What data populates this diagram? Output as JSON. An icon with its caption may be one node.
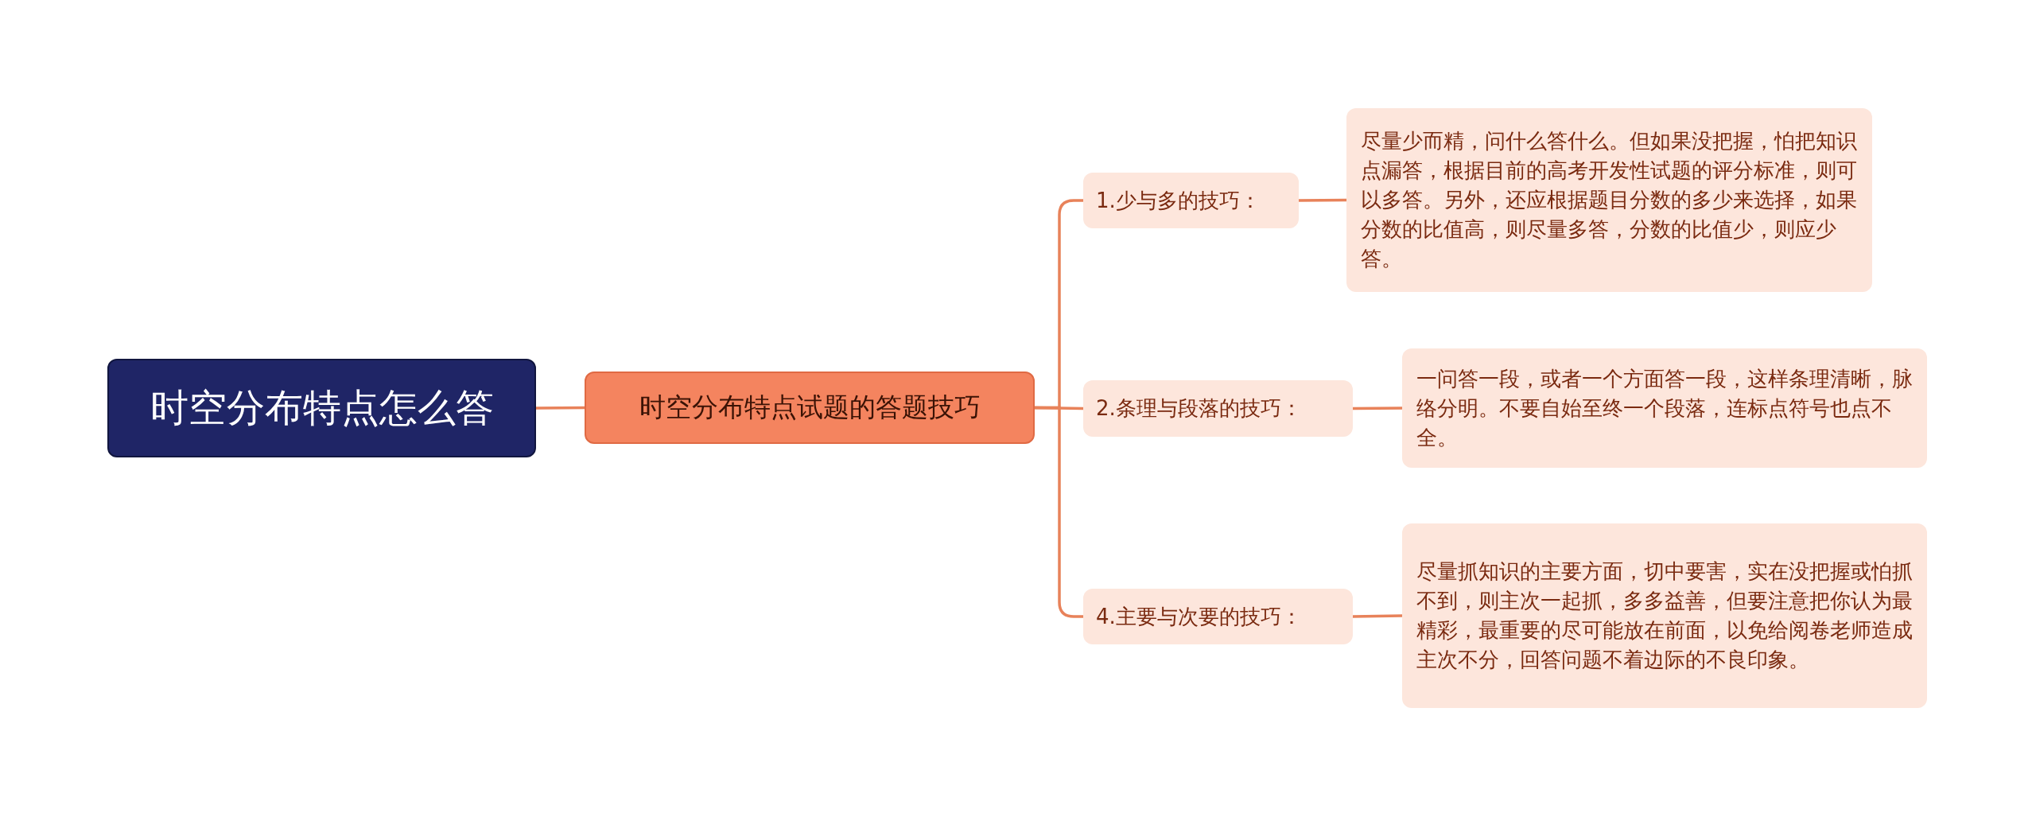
{
  "diagram": {
    "nodes": [
      {
        "text": [
          "时空分布特点怎么答"
        ]
      },
      {
        "text": [
          "时空分布特点试题的答题技巧"
        ]
      },
      {
        "text": [
          "1.少与多的技巧："
        ]
      },
      {
        "text": [
          "尽量少而精，问什么答什么。但如果没把握，怕把知识点漏答，根据目前的高考开发性试题的评分标准，则可以多答。另外，还应根据题目分数的多少来选择，如果分数的比值高，则尽量多答，分数的比值少，则应少答。"
        ]
      },
      {
        "text": [
          "2.条理与段落的技巧："
        ]
      },
      {
        "text": [
          "一问答一段，或者一个方面答一段，这样条理清晰，脉络分明。不要自始至终一个段落，连标点符号也点不全。"
        ]
      },
      {
        "text": [
          "4.主要与次要的技巧："
        ]
      },
      {
        "text": [
          "尽量抓知识的主要方面，切中要害，实在没把握或怕抓不到，则主次一起抓，多多益善，但要注意把你认为最精彩，最重要的尽可能放在前面，以免给阅卷老师造成主次不分，回答问题不着边际的不良印象。"
        ]
      }
    ],
    "edges": [
      {
        "from": 0,
        "to": 1,
        "arrow": "none"
      },
      {
        "from": 1,
        "to": 2,
        "arrow": "none"
      },
      {
        "from": 1,
        "to": 4,
        "arrow": "none"
      },
      {
        "from": 1,
        "to": 6,
        "arrow": "none"
      },
      {
        "from": 2,
        "to": 3,
        "arrow": "none"
      },
      {
        "from": 4,
        "to": 5,
        "arrow": "none"
      },
      {
        "from": 6,
        "to": 7,
        "arrow": "none"
      }
    ]
  }
}
